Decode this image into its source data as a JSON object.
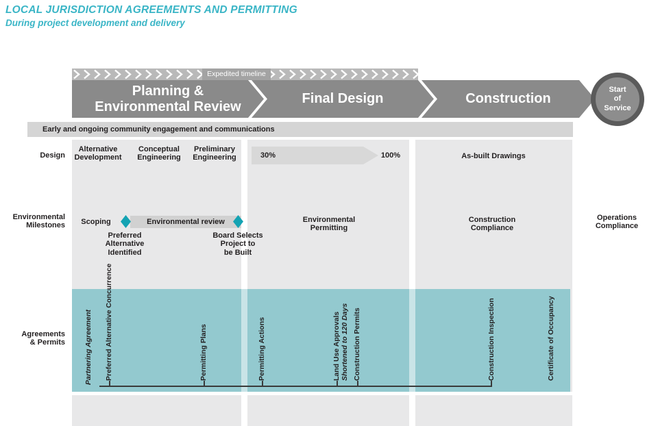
{
  "header": {
    "title": "LOCAL JURISDICTION AGREEMENTS AND PERMITTING",
    "subtitle": "During project development and delivery"
  },
  "timeline": {
    "expedited_label": "Expedited timeline",
    "phases": [
      {
        "label": "Planning &\nEnvironmental Review"
      },
      {
        "label": "Final Design"
      },
      {
        "label": "Construction"
      }
    ],
    "terminal": "Start\nof\nService"
  },
  "engagement_band": {
    "text": "Early and ongoing community engagement and communications"
  },
  "design_row": {
    "row_label": "Design",
    "items": [
      "Alternative\nDevelopment",
      "Conceptual\nEngineering",
      "Preliminary\nEngineering"
    ],
    "progress_start": "30%",
    "progress_end": "100%",
    "as_built": "As-built Drawings"
  },
  "milestones_row": {
    "row_label": "Environmental\nMilestones",
    "scoping": "Scoping",
    "review_bar": "Environmental review",
    "preferred_alternative": "Preferred\nAlternative\nIdentified",
    "board_selects": "Board Selects\nProject to\nbe Built",
    "environmental_permitting": "Environmental\nPermitting",
    "construction_compliance": "Construction\nCompliance",
    "operations_compliance": "Operations\nCompliance"
  },
  "agreements_row": {
    "row_label": "Agreements\n& Permits",
    "items": [
      {
        "label": "Partnering Agreement"
      },
      {
        "label": "Preferred Alternative\nConcurrence"
      },
      {
        "label": "Permitting Plans"
      },
      {
        "label": "Permitting Actions"
      },
      {
        "label": "Land Use Approvals",
        "sublabel": "Shortened to 120 Days"
      },
      {
        "label": "Construction Permits"
      },
      {
        "label": "Construction Inspection"
      },
      {
        "label": "Certificate of Occupancy"
      }
    ]
  },
  "colors": {
    "accent_teal": "#3ab5c6",
    "phase_arrow_gray": "#8a8a8a",
    "chevron_band_gray": "#b9b9b9",
    "expedited_box_gray": "#a3a3a3",
    "engagement_band_gray": "#d5d5d5",
    "column_gray": "#e8e8e9",
    "review_bar_gray": "#d1d1d1",
    "progress_arrow_gray": "#d8d8d8",
    "agreements_band_teal": "#93c9cf",
    "milestone_diamond_teal": "#14a3b3",
    "circle_ring_gray": "#5b5b5b",
    "circle_fill_gray": "#8d8d8d",
    "text_dark": "#221f20"
  }
}
